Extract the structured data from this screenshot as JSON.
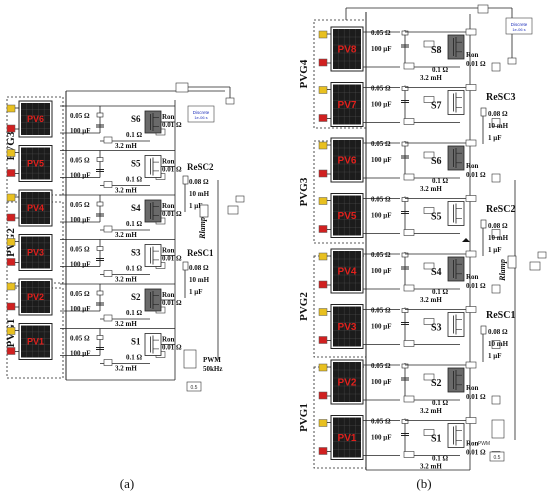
{
  "panel_a": {
    "caption": "(a)",
    "groups": [
      "PVG3",
      "PVG2",
      "PVG1"
    ],
    "pv_labels": [
      "PV6",
      "PV5",
      "PV4",
      "PV3",
      "PV2",
      "PV1"
    ],
    "switches": [
      "S6",
      "S5",
      "S4",
      "S3",
      "S2",
      "S1"
    ],
    "resistance": "0.05 Ω",
    "capacitance": "100 μF",
    "line_resistance": "0.1 Ω",
    "inductance": "3.2 mH",
    "ron_label": "Ron",
    "ron_value": "0.01 Ω",
    "resc_labels": [
      "ReSC2",
      "ReSC1"
    ],
    "resc_resistance": "0.08 Ω",
    "resc_inductance": "10 mH",
    "resc_capacitance": "1 μF",
    "load_label": "Rlamp",
    "discrete_label": "Discrete",
    "discrete_value": "1e-06 s",
    "pwm_label": "PWM",
    "pwm_freq": "50kHz",
    "const_value": "0.5"
  },
  "panel_b": {
    "caption": "(b)",
    "groups": [
      "PVG4",
      "PVG3",
      "PVG2",
      "PVG1"
    ],
    "pv_labels": [
      "PV8",
      "PV7",
      "PV6",
      "PV5",
      "PV4",
      "PV3",
      "PV2",
      "PV1"
    ],
    "switches": [
      "S8",
      "S7",
      "S6",
      "S5",
      "S4",
      "S3",
      "S2",
      "S1"
    ],
    "resistance": "0.05 Ω",
    "capacitance": "100 μF",
    "line_resistance": "0.1 Ω",
    "inductance": "3.2 mH",
    "ron_label": "Ron",
    "ron_value": "0.01 Ω",
    "resc_labels": [
      "ReSC3",
      "ReSC2",
      "ReSC1"
    ],
    "resc_resistance": "0.08 Ω",
    "resc_inductance": "10 mH",
    "resc_capacitance": "1 μF",
    "load_label": "Rlamp",
    "discrete_label": "Discrete",
    "discrete_value": "1e-06 s",
    "pwm_label": "PWM",
    "const_value": "0.5"
  }
}
